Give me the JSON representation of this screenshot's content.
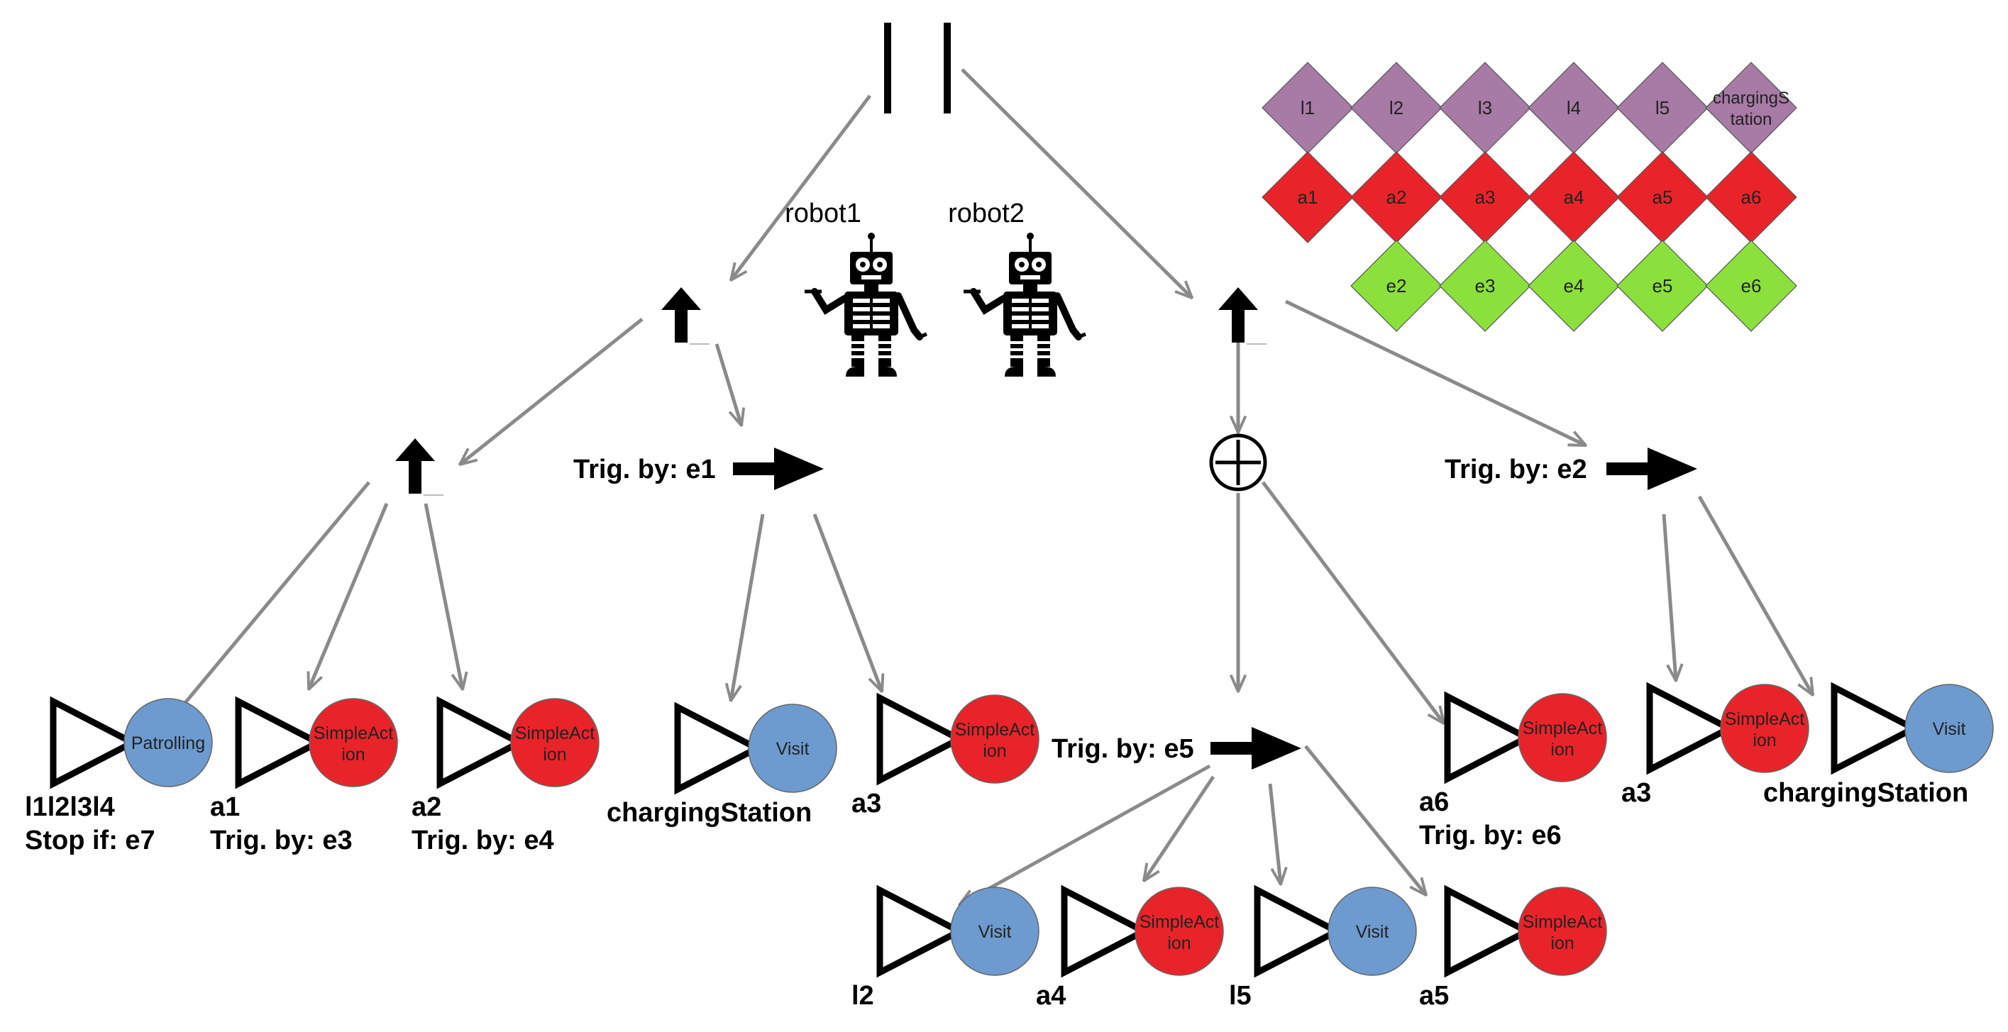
{
  "colors": {
    "location": "#a87aa6",
    "action": "#e8242a",
    "event": "#8be03c",
    "visit": "#6d9bcf",
    "edge": "#8a8a8a",
    "ink": "#000000"
  },
  "robots": [
    {
      "label": "robot1"
    },
    {
      "label": "robot2"
    }
  ],
  "legend": {
    "locations": [
      "l1",
      "l2",
      "l3",
      "l4",
      "l5",
      "chargingS tation"
    ],
    "actions": [
      "a1",
      "a2",
      "a3",
      "a4",
      "a5",
      "a6"
    ],
    "events": [
      "e2",
      "e3",
      "e4",
      "e5",
      "e6"
    ]
  },
  "triggers": {
    "left": "Trig. by: e1",
    "right": "Trig. by: e2",
    "middle": "Trig. by: e5"
  },
  "leaves": [
    {
      "node": "Patrolling",
      "kind": "visit",
      "line1": "l1l2l3l4",
      "line2": "Stop if: e7"
    },
    {
      "node": "SimpleAct ion",
      "kind": "action",
      "line1": "a1",
      "line2": "Trig. by: e3"
    },
    {
      "node": "SimpleAct ion",
      "kind": "action",
      "line1": "a2",
      "line2": "Trig. by: e4"
    },
    {
      "node": "Visit",
      "kind": "visit",
      "line1": "chargingStation",
      "line2": ""
    },
    {
      "node": "SimpleAct ion",
      "kind": "action",
      "line1": "a3",
      "line2": ""
    },
    {
      "node": "Visit",
      "kind": "visit",
      "line1": "l2",
      "line2": ""
    },
    {
      "node": "SimpleAct ion",
      "kind": "action",
      "line1": "a4",
      "line2": ""
    },
    {
      "node": "Visit",
      "kind": "visit",
      "line1": "l5",
      "line2": ""
    },
    {
      "node": "SimpleAct ion",
      "kind": "action",
      "line1": "a5",
      "line2": ""
    },
    {
      "node": "SimpleAct ion",
      "kind": "action",
      "line1": "a6",
      "line2": "Trig. by: e6"
    },
    {
      "node": "SimpleAct ion",
      "kind": "action",
      "line1": "a3",
      "line2": ""
    },
    {
      "node": "Visit",
      "kind": "visit",
      "line1": "chargingStation",
      "line2": ""
    }
  ]
}
